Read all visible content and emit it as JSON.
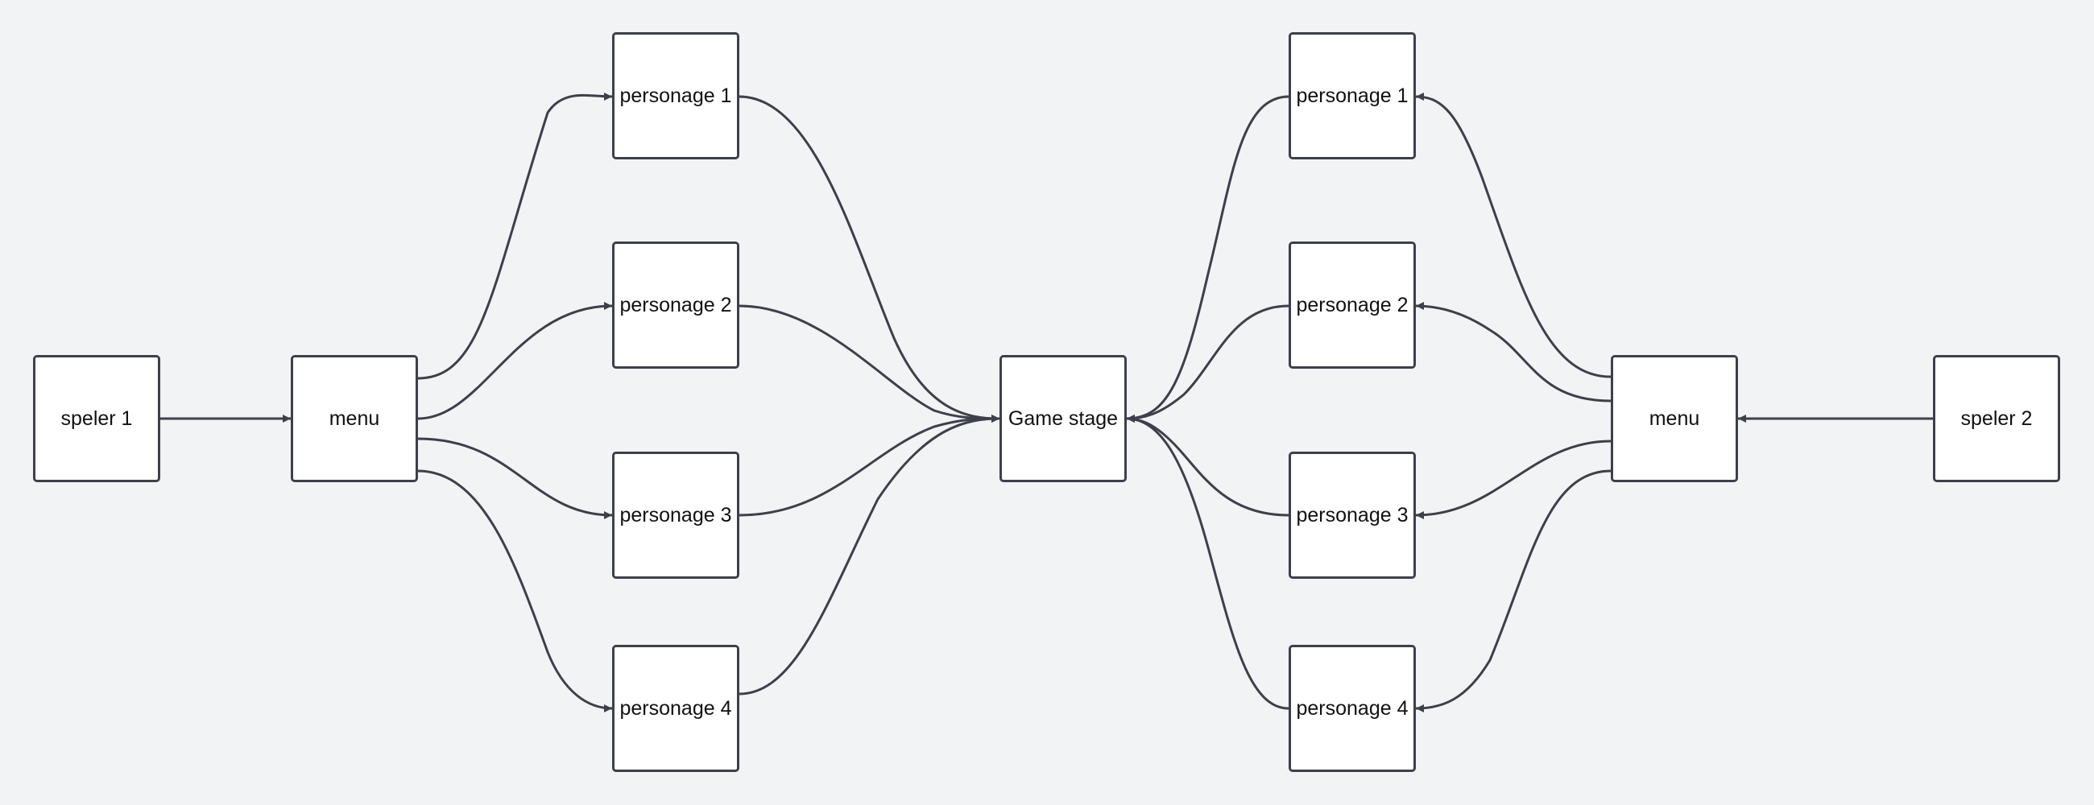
{
  "diagram": {
    "colors": {
      "background": "#f2f3f5",
      "node_fill": "#ffffff",
      "node_border": "#3d3f4a",
      "edge": "#3d3f4a"
    },
    "nodes": {
      "speler1": "speler 1",
      "menu_left": "menu",
      "left_p1": "personage 1",
      "left_p2": "personage 2",
      "left_p3": "personage 3",
      "left_p4": "personage 4",
      "game_stage": "Game stage",
      "right_p1": "personage 1",
      "right_p2": "personage 2",
      "right_p3": "personage 3",
      "right_p4": "personage 4",
      "menu_right": "menu",
      "speler2": "speler 2"
    },
    "edges": [
      {
        "from": "speler1",
        "to": "menu_left"
      },
      {
        "from": "menu_left",
        "to": "left_p1"
      },
      {
        "from": "menu_left",
        "to": "left_p2"
      },
      {
        "from": "menu_left",
        "to": "left_p3"
      },
      {
        "from": "menu_left",
        "to": "left_p4"
      },
      {
        "from": "left_p1",
        "to": "game_stage"
      },
      {
        "from": "left_p2",
        "to": "game_stage"
      },
      {
        "from": "left_p3",
        "to": "game_stage"
      },
      {
        "from": "left_p4",
        "to": "game_stage"
      },
      {
        "from": "speler2",
        "to": "menu_right"
      },
      {
        "from": "menu_right",
        "to": "right_p1"
      },
      {
        "from": "menu_right",
        "to": "right_p2"
      },
      {
        "from": "menu_right",
        "to": "right_p3"
      },
      {
        "from": "menu_right",
        "to": "right_p4"
      },
      {
        "from": "right_p1",
        "to": "game_stage"
      },
      {
        "from": "right_p2",
        "to": "game_stage"
      },
      {
        "from": "right_p3",
        "to": "game_stage"
      },
      {
        "from": "right_p4",
        "to": "game_stage"
      }
    ]
  }
}
